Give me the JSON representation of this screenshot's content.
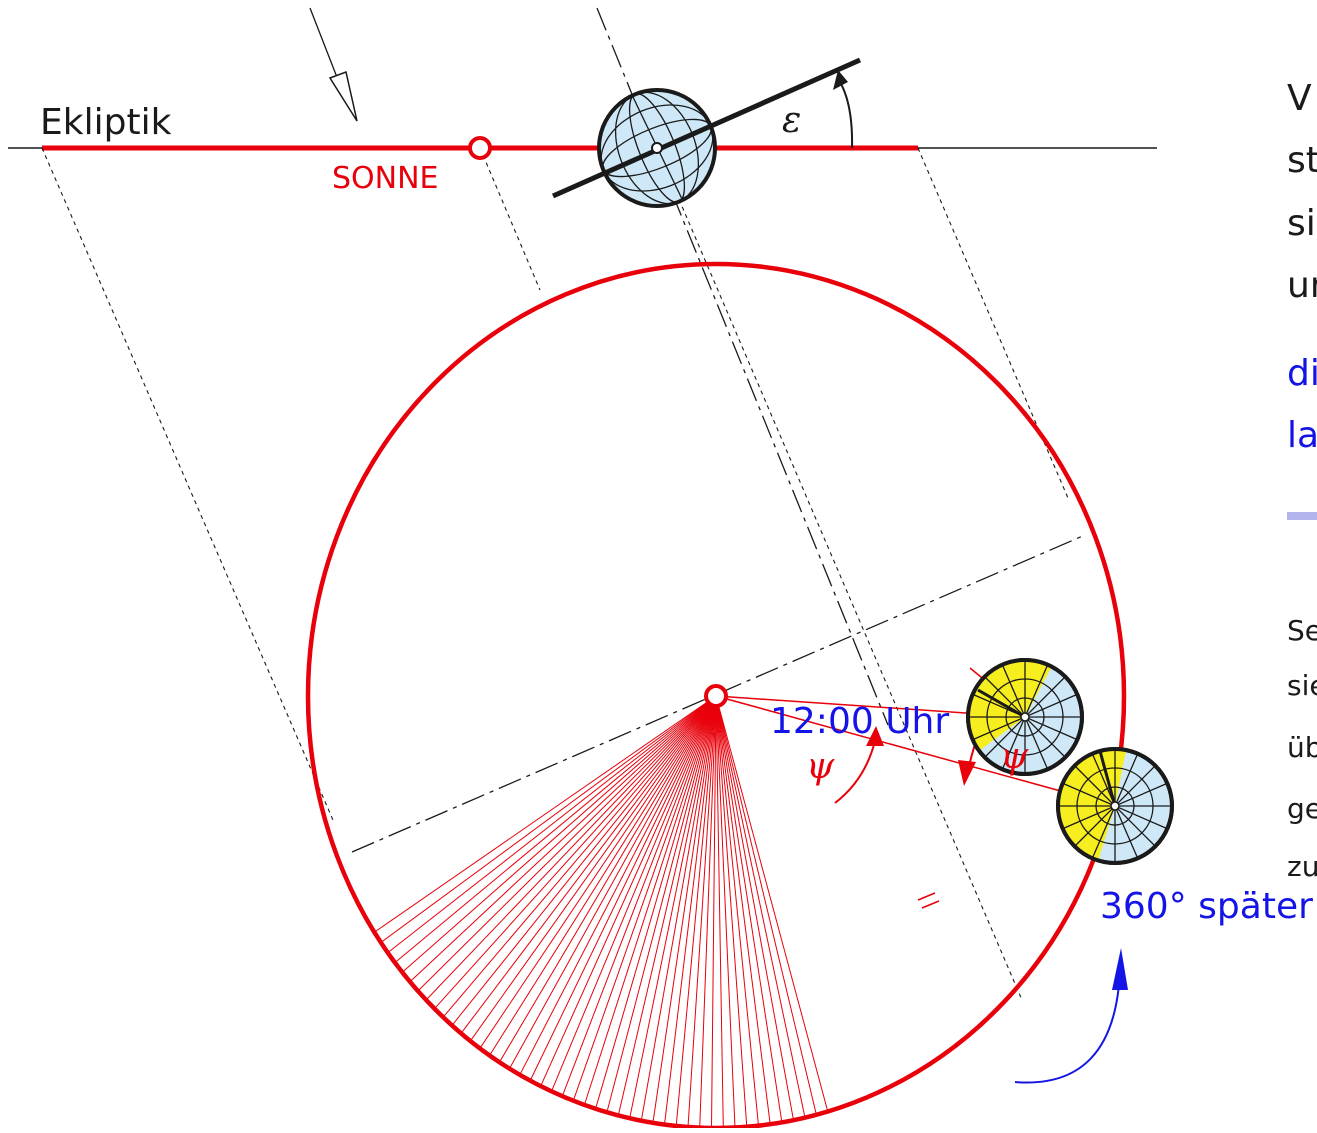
{
  "labels": {
    "ecliptic": "Ekliptik",
    "sun": "SONNE",
    "epsilon": "ε",
    "psi_1": "ψ",
    "psi_2": "ψ",
    "noon": "12:00 Uhr",
    "later": "360° später"
  },
  "side_text": {
    "large": [
      "V",
      "st",
      "si",
      "ur"
    ],
    "blue": [
      "di",
      "la"
    ],
    "small": [
      "Se",
      "sie",
      "üb",
      "ge",
      "zu"
    ]
  },
  "colors": {
    "orbit": "#e8000b",
    "text_blue": "#1414e6",
    "globe_fill": "#cfe8f7",
    "day_fill": "#f7ee1f",
    "divider": "#b3b3ee"
  }
}
